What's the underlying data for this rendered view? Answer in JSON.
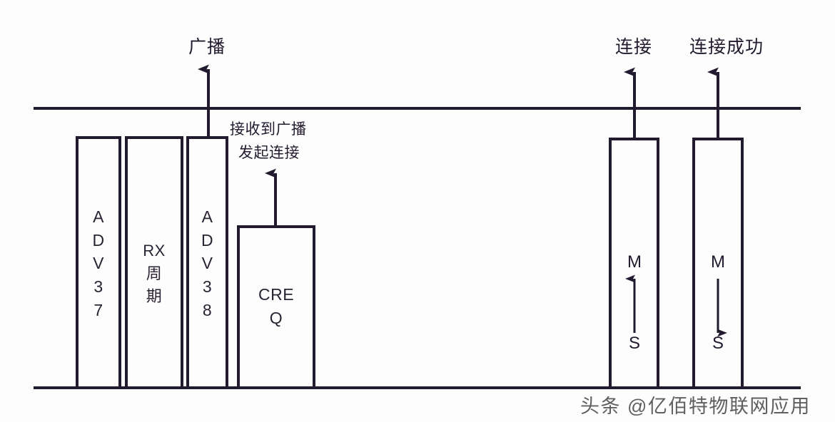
{
  "diagram": {
    "title_labels": {
      "broadcast": "广播",
      "connect": "连接",
      "connect_success": "连接成功"
    },
    "annotation": {
      "line1": "接收到广播",
      "line2": "发起连接"
    },
    "channel_boxes": [
      {
        "id": "adv37",
        "text": "A\nD\nV\n3\n7"
      },
      {
        "id": "rx",
        "text": "RX\n周\n期"
      },
      {
        "id": "adv38",
        "text": "A\nD\nV\n3\n8"
      },
      {
        "id": "creq",
        "text": "CRE\nQ"
      }
    ],
    "link_boxes": [
      {
        "id": "link-connect",
        "from": "M",
        "to": "S",
        "direction": "down"
      },
      {
        "id": "link-connect-success",
        "from": "S",
        "to": "M",
        "direction": "up"
      }
    ],
    "colors": {
      "stroke": "#221a2e",
      "text": "#2a2333",
      "background": "#fdfdfd",
      "watermark": "#4a4a4a"
    },
    "watermark": "头条 @亿佰特物联网应用"
  }
}
